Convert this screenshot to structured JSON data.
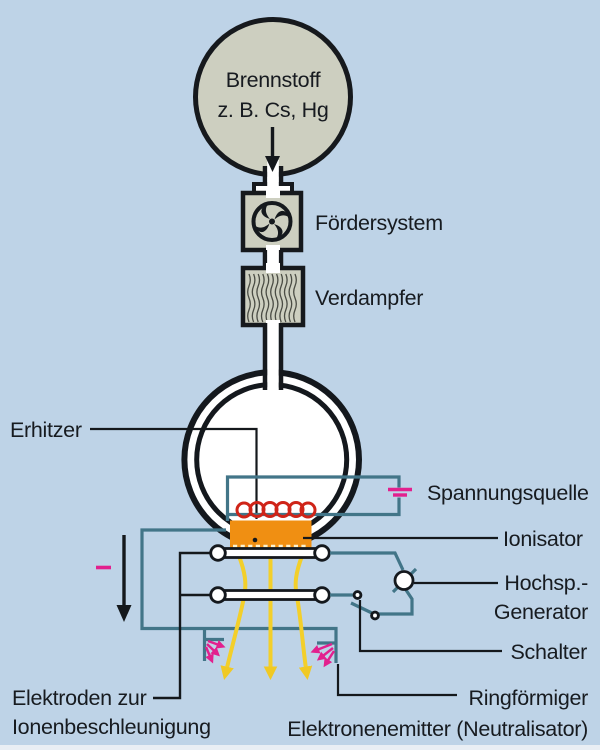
{
  "title": "Ion engine schematic (German)",
  "colors": {
    "background": "#bed3e7",
    "component_fill": "#cdcfc0",
    "outline_black": "#16191d",
    "wire_teal": "#427588",
    "ionizer_orange": "#f08f12",
    "heater_coil_red": "#cf2418",
    "ion_beam_yellow": "#f3cf2a",
    "electron_magenta": "#e2208e",
    "chamber_white": "#ffffff"
  },
  "labels": {
    "fuel": {
      "line1": "Brennstoff",
      "line2": "z. B. Cs, Hg"
    },
    "feed_system": "Fördersystem",
    "evaporator": "Verdampfer",
    "heater": "Erhitzer",
    "voltage_source": "Spannungsquelle",
    "ionizer": "Ionisator",
    "hv_generator": {
      "line1": "Hochsp.-",
      "line2": "Generator"
    },
    "switch": "Schalter",
    "electrodes": {
      "line1": "Elektroden zur",
      "line2": "Ionenbeschleunigung"
    },
    "neutralizer": {
      "line1": "Ringförmiger",
      "line2": "Elektronenemitter (Neutralisator)"
    }
  },
  "icons": [
    "fan-icon",
    "wavy-evaporator-icon",
    "heater-coil-icon",
    "battery-icon",
    "hv-generator-icon",
    "open-switch-icon",
    "down-arrow-icon",
    "minus-sign-icon",
    "ion-beam-arrows",
    "electron-arrows"
  ]
}
